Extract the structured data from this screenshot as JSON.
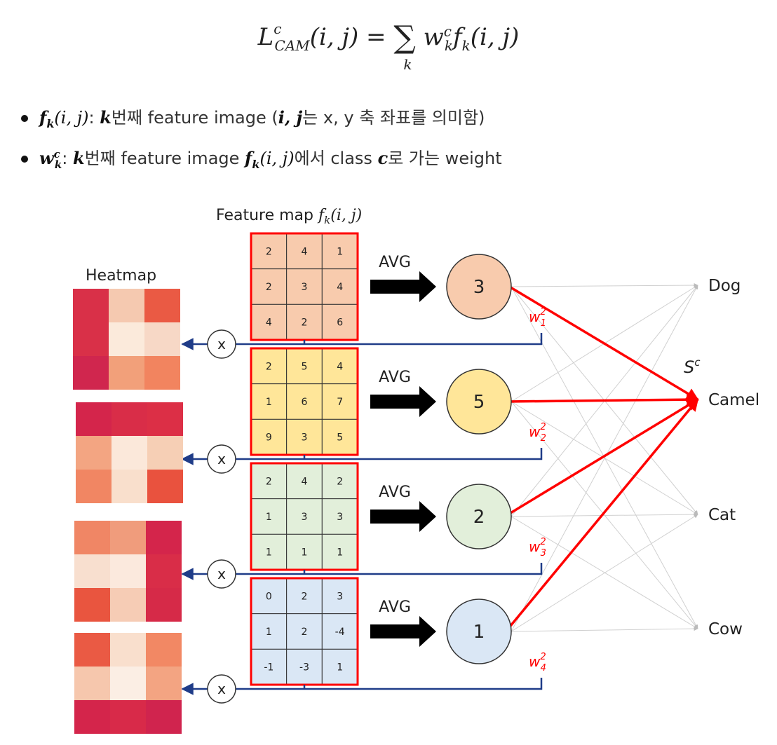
{
  "formula": {
    "lhs": "L",
    "lhs_sup": "c",
    "lhs_sub": "CAM",
    "lhs_args": "(i, j) = ",
    "sum_symbol": "∑",
    "sum_index": "k",
    "rhs_w": "w",
    "rhs_w_sup": "c",
    "rhs_w_sub": "k",
    "rhs_f": "f",
    "rhs_f_sub": "k",
    "rhs_args": "(i, j)"
  },
  "bullets": [
    {
      "math": "f",
      "math_sub": "k",
      "math_args": "(i, j)",
      "text1": ": ",
      "k": "k",
      "text2": "번째 feature image (",
      "ij": "i, j",
      "text3": "는 x, y 축 좌표를 의미함)"
    },
    {
      "math": "w",
      "math_sup": "c",
      "math_sub": "k",
      "text1": ": ",
      "k": "k",
      "text2": "번째 feature image ",
      "f": "f",
      "f_sub": "k",
      "f_args": "(i, j)",
      "text3": "에서 class ",
      "c": "c",
      "text4": "로 가는 weight"
    }
  ],
  "diagram": {
    "feature_map_title": "Feature map ",
    "feature_map_math": "f",
    "feature_map_sub": "k",
    "feature_map_args": "(i, j)",
    "heatmap_title": "Heatmap",
    "avg_label": "AVG",
    "multiply_label": "x",
    "score_label": "S",
    "score_sup": "c",
    "classes": [
      "Dog",
      "Camel",
      "Cat",
      "Cow"
    ],
    "feature_maps": [
      {
        "fill": "#f8cbad",
        "cells": [
          [
            "2",
            "4",
            "1"
          ],
          [
            "2",
            "3",
            "4"
          ],
          [
            "4",
            "2",
            "6"
          ]
        ],
        "avg": "3",
        "node_fill": "#f8cbad",
        "weight": "w",
        "weight_sub": "1",
        "weight_sup": "2"
      },
      {
        "fill": "#ffe699",
        "cells": [
          [
            "2",
            "5",
            "4"
          ],
          [
            "1",
            "6",
            "7"
          ],
          [
            "9",
            "3",
            "5"
          ]
        ],
        "avg": "5",
        "node_fill": "#ffe699",
        "weight": "w",
        "weight_sub": "2",
        "weight_sup": "2"
      },
      {
        "fill": "#e2efda",
        "cells": [
          [
            "2",
            "4",
            "2"
          ],
          [
            "1",
            "3",
            "3"
          ],
          [
            "1",
            "1",
            "1"
          ]
        ],
        "avg": "2",
        "node_fill": "#e2efda",
        "weight": "w",
        "weight_sub": "3",
        "weight_sup": "2"
      },
      {
        "fill": "#dae7f5",
        "cells": [
          [
            "0",
            "2",
            "3"
          ],
          [
            "1",
            "2",
            "-4"
          ],
          [
            "-1",
            "-3",
            "1"
          ]
        ],
        "avg": "1",
        "node_fill": "#dae7f5",
        "weight": "w",
        "weight_sub": "4",
        "weight_sup": "2"
      }
    ],
    "heatmaps": [
      [
        [
          "#d93048",
          "#f5c9b0",
          "#ea5a44"
        ],
        [
          "#d93048",
          "#fbeadb",
          "#f7d8c6"
        ],
        [
          "#d0264e",
          "#f2a07a",
          "#f2845f"
        ]
      ],
      [
        [
          "#d4254b",
          "#d92d48",
          "#dc2f46"
        ],
        [
          "#f3a582",
          "#fbe8da",
          "#f6cfb5"
        ],
        [
          "#f18663",
          "#f9dfcc",
          "#e9523e"
        ]
      ],
      [
        [
          "#f08665",
          "#f09c7c",
          "#d4254b"
        ],
        [
          "#f8dfcf",
          "#fbe9dd",
          "#d92d48"
        ],
        [
          "#e9553f",
          "#f6ccb5",
          "#d62a48"
        ]
      ],
      [
        [
          "#ea5a44",
          "#f9dfcd",
          "#f28864"
        ],
        [
          "#f6c7ad",
          "#fbeee4",
          "#f3a482"
        ],
        [
          "#d4254b",
          "#d82a49",
          "#d0244e"
        ]
      ]
    ],
    "colors": {
      "frame": "#ff0000",
      "weight_line": "#ff0000",
      "connector": "#1f3c88",
      "arrow": "#000000",
      "thin_line": "#d0d0d0"
    }
  }
}
